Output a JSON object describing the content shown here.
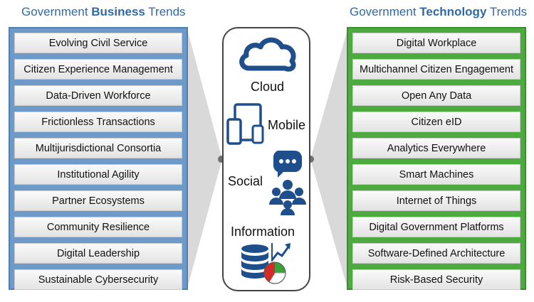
{
  "left": {
    "heading_pre": "Government ",
    "heading_bold": "Business",
    "heading_post": " Trends",
    "items": [
      "Evolving Civil Service",
      "Citizen Experience Management",
      "Data-Driven Workforce",
      "Frictionless Transactions",
      "Multijurisdictional Consortia",
      "Institutional Agility",
      "Partner Ecosystems",
      "Community Resilience",
      "Digital Leadership",
      "Sustainable Cybersecurity"
    ]
  },
  "right": {
    "heading_pre": "Government ",
    "heading_bold": "Technology",
    "heading_post": " Trends",
    "items": [
      "Digital Workplace",
      "Multichannel Citizen Engagement",
      "Open Any Data",
      "Citizen eID",
      "Analytics Everywhere",
      "Smart Machines",
      "Internet of Things",
      "Digital Government Platforms",
      "Software-Defined Architecture",
      "Risk-Based Security"
    ]
  },
  "center": {
    "cloud": "Cloud",
    "mobile": "Mobile",
    "social": "Social",
    "information": "Information"
  },
  "colors": {
    "business_panel": "#6d9ac9",
    "technology_panel": "#4daa3f",
    "heading_blue": "#2f6aa8",
    "icon_blue": "#1f4e8c"
  },
  "icons": [
    "cloud-icon",
    "tablet-icon",
    "phone-icon",
    "chat-people-icon",
    "database-icon",
    "pie-chart-icon",
    "trend-arrow-icon"
  ]
}
